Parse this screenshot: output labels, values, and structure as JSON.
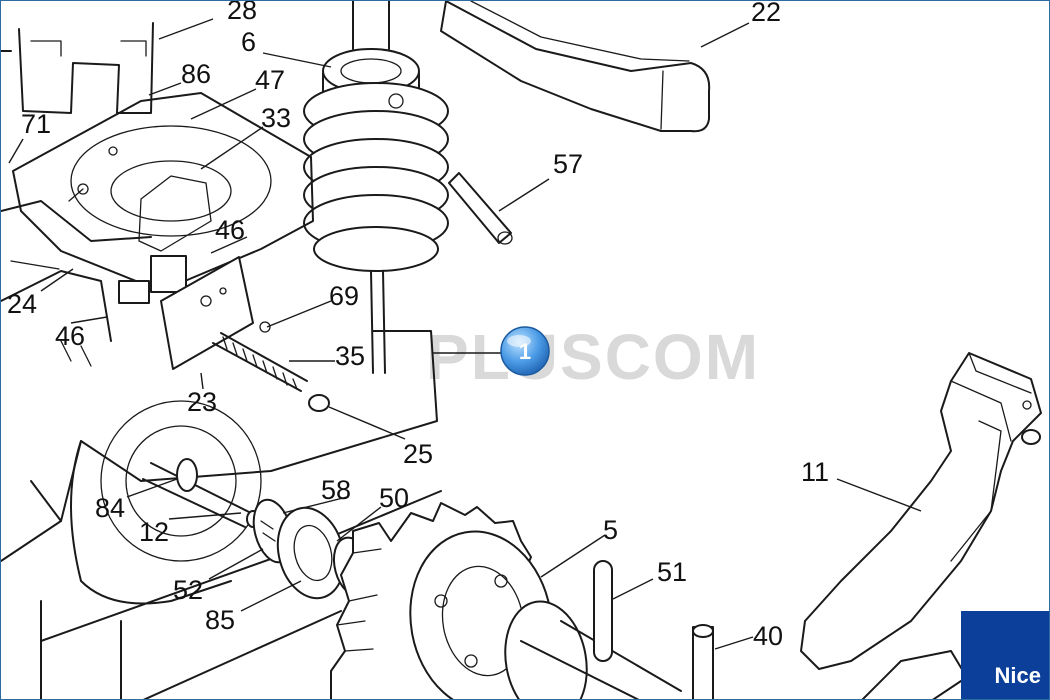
{
  "diagram": {
    "part_labels": [
      "28",
      "22",
      "6",
      "86",
      "47",
      "33",
      "71",
      "57",
      "46",
      "24",
      "46",
      "69",
      "35",
      "23",
      "25",
      "11",
      "84",
      "12",
      "58",
      "50",
      "5",
      "51",
      "52",
      "85",
      "40"
    ],
    "callout": {
      "number": "1",
      "color": "#3d8fe0"
    },
    "watermark_text": "PLUSCOM",
    "brand_label": "Nice",
    "brand_color": "#0c3f9a"
  }
}
